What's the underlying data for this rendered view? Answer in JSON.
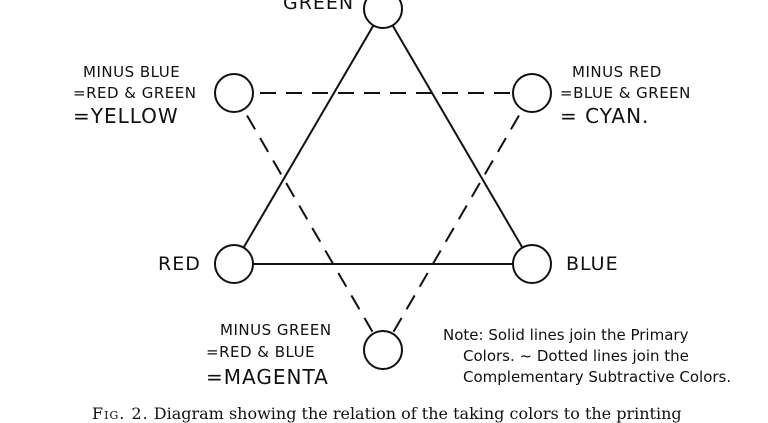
{
  "nodes": {
    "green": {
      "label": "GREEN"
    },
    "red": {
      "label": "RED"
    },
    "blue": {
      "label": "BLUE"
    },
    "minus_blue": {
      "line1": "MINUS BLUE",
      "line2": "=RED & GREEN",
      "line3": "=YELLOW"
    },
    "minus_red": {
      "line1": "MINUS RED",
      "line2": "=BLUE & GREEN",
      "line3": "= CYAN."
    },
    "minus_green": {
      "line1": "MINUS GREEN",
      "line2": "=RED & BLUE",
      "line3": "=MAGENTA"
    }
  },
  "note": {
    "line1": "Note: Solid lines join the Primary",
    "line2": "Colors. ~ Dotted lines join the",
    "line3": "Complementary Subtractive Colors."
  },
  "caption": {
    "fig": "Fig. 2.",
    "text": "Diagram showing the relation of the taking colors to the printing"
  },
  "colors": {
    "ink": "#111111",
    "background": "#ffffff"
  }
}
